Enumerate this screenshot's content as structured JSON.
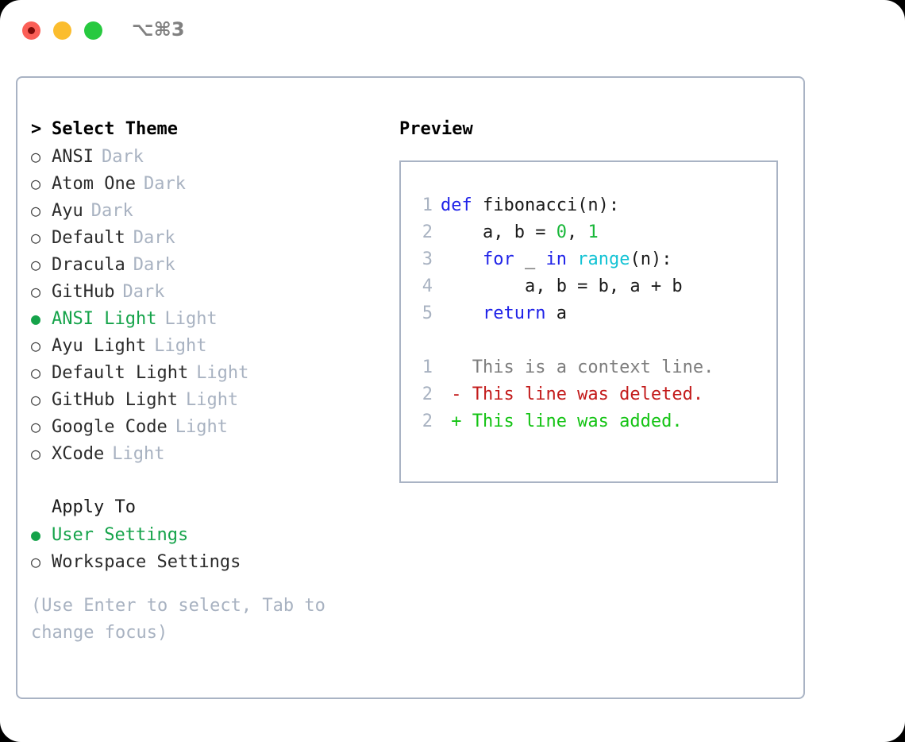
{
  "titlebar": {
    "shortcut": "⌥⌘3",
    "buttons": [
      "close",
      "minimize",
      "maximize"
    ]
  },
  "theme_panel": {
    "header_marker": ">",
    "header": "Select Theme",
    "bullet_unselected": "○",
    "bullet_selected": "●",
    "options": [
      {
        "label": "ANSI",
        "suffix": "Dark",
        "selected": false
      },
      {
        "label": "Atom One",
        "suffix": "Dark",
        "selected": false
      },
      {
        "label": "Ayu",
        "suffix": "Dark",
        "selected": false
      },
      {
        "label": "Default",
        "suffix": "Dark",
        "selected": false
      },
      {
        "label": "Dracula",
        "suffix": "Dark",
        "selected": false
      },
      {
        "label": "GitHub",
        "suffix": "Dark",
        "selected": false
      },
      {
        "label": "ANSI Light",
        "suffix": "Light",
        "selected": true
      },
      {
        "label": "Ayu Light",
        "suffix": "Light",
        "selected": false
      },
      {
        "label": "Default Light",
        "suffix": "Light",
        "selected": false
      },
      {
        "label": "GitHub Light",
        "suffix": "Light",
        "selected": false
      },
      {
        "label": "Google Code",
        "suffix": "Light",
        "selected": false
      },
      {
        "label": "XCode",
        "suffix": "Light",
        "selected": false
      }
    ]
  },
  "apply_to": {
    "header": "Apply To",
    "options": [
      {
        "label": "User Settings",
        "selected": true
      },
      {
        "label": "Workspace Settings",
        "selected": false
      }
    ]
  },
  "hint": "(Use Enter to select, Tab to change focus)",
  "preview": {
    "title": "Preview",
    "code_lines": [
      {
        "number": "1",
        "tokens": [
          {
            "text": "def ",
            "kind": "kw"
          },
          {
            "text": "fibonacci(n):",
            "kind": "txt"
          }
        ]
      },
      {
        "number": "2",
        "tokens": [
          {
            "text": "    a, b = ",
            "kind": "txt"
          },
          {
            "text": "0",
            "kind": "num"
          },
          {
            "text": ", ",
            "kind": "txt"
          },
          {
            "text": "1",
            "kind": "num"
          }
        ]
      },
      {
        "number": "3",
        "tokens": [
          {
            "text": "    ",
            "kind": "txt"
          },
          {
            "text": "for",
            "kind": "kw"
          },
          {
            "text": " _ ",
            "kind": "txt"
          },
          {
            "text": "in",
            "kind": "kw"
          },
          {
            "text": " ",
            "kind": "txt"
          },
          {
            "text": "range",
            "kind": "fn"
          },
          {
            "text": "(n):",
            "kind": "txt"
          }
        ]
      },
      {
        "number": "4",
        "tokens": [
          {
            "text": "        a, b = b, a + b",
            "kind": "txt"
          }
        ]
      },
      {
        "number": "5",
        "tokens": [
          {
            "text": "    ",
            "kind": "txt"
          },
          {
            "text": "return",
            "kind": "kw"
          },
          {
            "text": " a",
            "kind": "txt"
          }
        ]
      }
    ],
    "diff_lines": [
      {
        "number": "1",
        "tokens": [
          {
            "text": "   This is a context line.",
            "kind": "ctx"
          }
        ]
      },
      {
        "number": "2",
        "tokens": [
          {
            "text": " - This line was deleted.",
            "kind": "del"
          }
        ]
      },
      {
        "number": "2",
        "tokens": [
          {
            "text": " + This line was added.",
            "kind": "add"
          }
        ]
      }
    ]
  },
  "colors": {
    "accent_green": "#15A34A",
    "muted": "#A8B2C1",
    "border": "#A9B3C4",
    "keyword": "#1F22E8",
    "function": "#14C3D4",
    "number": "#18B739",
    "diff_deleted": "#C31B1B",
    "diff_added": "#13C313",
    "traffic_red": "#FB5F57",
    "traffic_yellow": "#FBBD2E",
    "traffic_green": "#27C93F"
  }
}
